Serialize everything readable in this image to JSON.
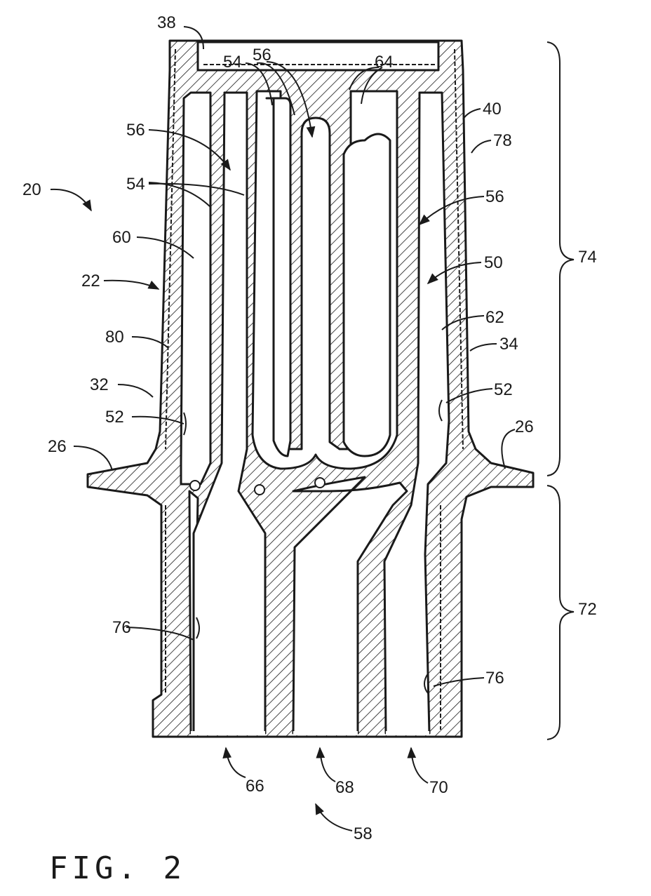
{
  "figure": {
    "caption": "FIG. 2",
    "labels": {
      "l38": "38",
      "l54a": "54",
      "l56a": "56",
      "l64": "64",
      "l40": "40",
      "l78": "78",
      "l56b": "56",
      "l20": "20",
      "l54b": "54",
      "l56c": "56",
      "l60": "60",
      "l74": "74",
      "l50": "50",
      "l22": "22",
      "l62": "62",
      "l80": "80",
      "l34": "34",
      "l32": "32",
      "l52a": "52",
      "l52b": "52",
      "l26a": "26",
      "l26b": "26",
      "l72": "72",
      "l76a": "76",
      "l76b": "76",
      "l66": "66",
      "l68": "68",
      "l70": "70",
      "l58": "58"
    }
  }
}
